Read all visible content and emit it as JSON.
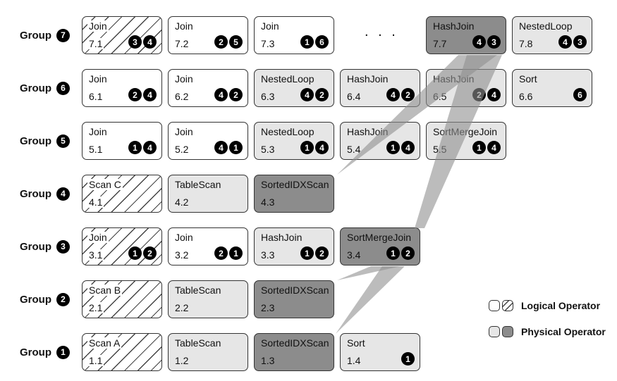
{
  "groups": [
    {
      "label": "Group",
      "number": "7"
    },
    {
      "label": "Group",
      "number": "6"
    },
    {
      "label": "Group",
      "number": "5"
    },
    {
      "label": "Group",
      "number": "4"
    },
    {
      "label": "Group",
      "number": "3"
    },
    {
      "label": "Group",
      "number": "2"
    },
    {
      "label": "Group",
      "number": "1"
    }
  ],
  "ellipsis": ". . .",
  "nodes": [
    {
      "op": "Join",
      "id": "7.1",
      "badges": [
        "3",
        "4"
      ],
      "style": "hatched"
    },
    {
      "op": "Join",
      "id": "7.2",
      "badges": [
        "2",
        "5"
      ],
      "style": "logical"
    },
    {
      "op": "Join",
      "id": "7.3",
      "badges": [
        "1",
        "6"
      ],
      "style": "logical"
    },
    {
      "op": "HashJoin",
      "id": "7.7",
      "badges": [
        "4",
        "3"
      ],
      "style": "phys-dark"
    },
    {
      "op": "NestedLoop",
      "id": "7.8",
      "badges": [
        "4",
        "3"
      ],
      "style": "phys-light"
    },
    {
      "op": "Join",
      "id": "6.1",
      "badges": [
        "2",
        "4"
      ],
      "style": "logical"
    },
    {
      "op": "Join",
      "id": "6.2",
      "badges": [
        "4",
        "2"
      ],
      "style": "logical"
    },
    {
      "op": "NestedLoop",
      "id": "6.3",
      "badges": [
        "4",
        "2"
      ],
      "style": "phys-light"
    },
    {
      "op": "HashJoin",
      "id": "6.4",
      "badges": [
        "4",
        "2"
      ],
      "style": "phys-light"
    },
    {
      "op": "HashJoin",
      "id": "6.5",
      "badges": [
        "2",
        "4"
      ],
      "style": "phys-light"
    },
    {
      "op": "Sort",
      "id": "6.6",
      "badges": [
        "6"
      ],
      "style": "phys-light"
    },
    {
      "op": "Join",
      "id": "5.1",
      "badges": [
        "1",
        "4"
      ],
      "style": "logical"
    },
    {
      "op": "Join",
      "id": "5.2",
      "badges": [
        "4",
        "1"
      ],
      "style": "logical"
    },
    {
      "op": "NestedLoop",
      "id": "5.3",
      "badges": [
        "1",
        "4"
      ],
      "style": "phys-light"
    },
    {
      "op": "HashJoin",
      "id": "5.4",
      "badges": [
        "1",
        "4"
      ],
      "style": "phys-light"
    },
    {
      "op": "SortMergeJoin",
      "id": "5.5",
      "badges": [
        "1",
        "4"
      ],
      "style": "phys-light"
    },
    {
      "op": "Scan C",
      "id": "4.1",
      "badges": [],
      "style": "hatched"
    },
    {
      "op": "TableScan",
      "id": "4.2",
      "badges": [],
      "style": "phys-light"
    },
    {
      "op": "SortedIDXScan",
      "id": "4.3",
      "badges": [],
      "style": "phys-dark"
    },
    {
      "op": "Join",
      "id": "3.1",
      "badges": [
        "1",
        "2"
      ],
      "style": "hatched"
    },
    {
      "op": "Join",
      "id": "3.2",
      "badges": [
        "2",
        "1"
      ],
      "style": "logical"
    },
    {
      "op": "HashJoin",
      "id": "3.3",
      "badges": [
        "1",
        "2"
      ],
      "style": "phys-light"
    },
    {
      "op": "SortMergeJoin",
      "id": "3.4",
      "badges": [
        "1",
        "2"
      ],
      "style": "phys-dark"
    },
    {
      "op": "Scan B",
      "id": "2.1",
      "badges": [],
      "style": "hatched"
    },
    {
      "op": "TableScan",
      "id": "2.2",
      "badges": [],
      "style": "phys-light"
    },
    {
      "op": "SortedIDXScan",
      "id": "2.3",
      "badges": [],
      "style": "phys-dark"
    },
    {
      "op": "Scan A",
      "id": "1.1",
      "badges": [],
      "style": "hatched"
    },
    {
      "op": "TableScan",
      "id": "1.2",
      "badges": [],
      "style": "phys-light"
    },
    {
      "op": "SortedIDXScan",
      "id": "1.3",
      "badges": [],
      "style": "phys-dark"
    },
    {
      "op": "Sort",
      "id": "1.4",
      "badges": [
        "1"
      ],
      "style": "phys-light"
    }
  ],
  "legend": {
    "logical": "Logical Operator",
    "physical": "Physical Operator"
  }
}
